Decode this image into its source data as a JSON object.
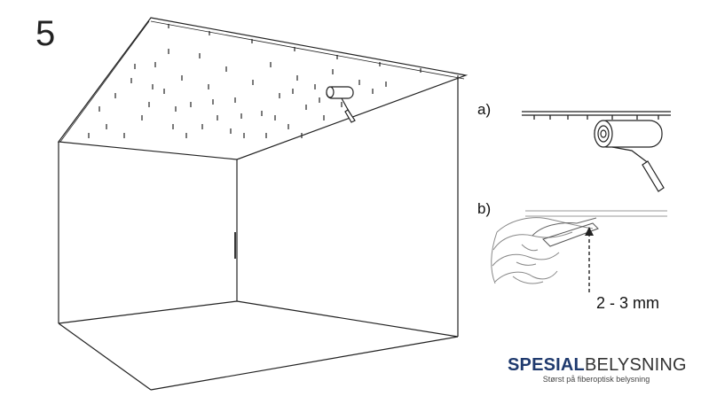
{
  "step_number": "5",
  "panel_a_label": "a)",
  "panel_b_label": "b)",
  "measurement_label": "2 - 3 mm",
  "logo": {
    "brand_bold": "SPESIAL",
    "brand_light": "BELYSNING",
    "tagline": "Størst på fiberoptisk belysning"
  }
}
